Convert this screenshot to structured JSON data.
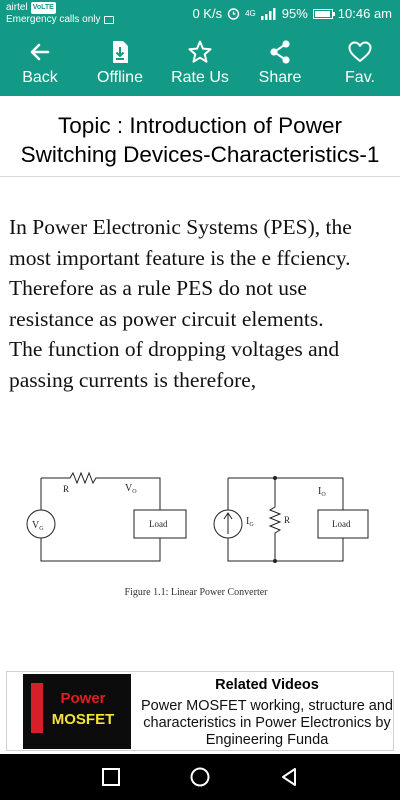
{
  "status_bar": {
    "carrier": "airtel",
    "volte": "VoLTE",
    "emergency": "Emergency calls only",
    "net_speed": "0 K/s",
    "signal": "4G",
    "battery": "95%",
    "battery_level": 0.95,
    "time": "10:46 am"
  },
  "toolbar": {
    "color": "#139a86",
    "buttons": [
      {
        "label": "Back",
        "icon": "arrow-left-icon"
      },
      {
        "label": "Offline",
        "icon": "download-file-icon"
      },
      {
        "label": "Rate Us",
        "icon": "star-icon"
      },
      {
        "label": "Share",
        "icon": "share-icon"
      },
      {
        "label": "Fav.",
        "icon": "heart-icon"
      }
    ]
  },
  "topic": {
    "line1": "Topic :  Introduction of Power",
    "line2": "Switching Devices-Characteristics-1"
  },
  "body_lines": [
    "In Power Electronic Systems (PES), the",
    "most important feature is the e ffciency.",
    "Therefore as a rule PES do not use",
    "resistance as power circuit elements.",
    "The function of dropping voltages and",
    "passing currents is therefore,"
  ],
  "figure": {
    "left": {
      "resistor": "R",
      "output": "V",
      "output_sub": "O",
      "source": "V",
      "source_sub": "G",
      "load": "Load"
    },
    "right": {
      "current": "I",
      "current_sub": "O",
      "source": "I",
      "source_sub": "G",
      "resistor": "R",
      "load": "Load"
    },
    "caption": "Figure 1.1: Linear Power Converter"
  },
  "related": {
    "title": "Related Videos",
    "thumb_line1": "Power",
    "thumb_line2": "MOSFET",
    "description": "Power MOSFET working, structure and characteristics in Power Electronics by Engineering Funda"
  },
  "nav": {
    "buttons": [
      "recents-square-icon",
      "home-circle-icon",
      "back-triangle-icon"
    ]
  }
}
